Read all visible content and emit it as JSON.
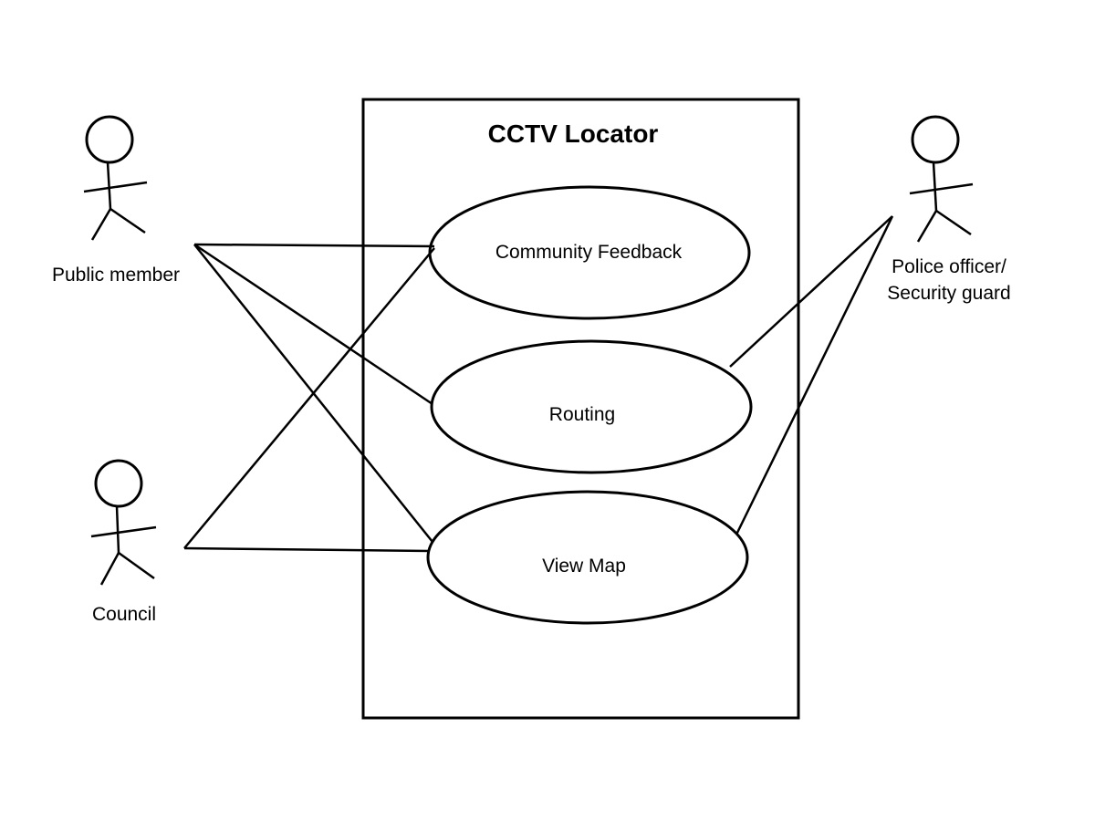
{
  "diagram": {
    "system_title": "CCTV Locator",
    "use_cases": [
      {
        "id": "community-feedback",
        "label": "Community Feedback"
      },
      {
        "id": "routing",
        "label": "Routing"
      },
      {
        "id": "view-map",
        "label": "View Map"
      }
    ],
    "actors": [
      {
        "id": "public-member",
        "label_lines": [
          "Public member"
        ]
      },
      {
        "id": "council",
        "label_lines": [
          "Council"
        ]
      },
      {
        "id": "police-security",
        "label_lines": [
          "Police officer/",
          "Security guard"
        ]
      }
    ],
    "associations": [
      {
        "actor": "public-member",
        "use_case": "community-feedback"
      },
      {
        "actor": "public-member",
        "use_case": "routing"
      },
      {
        "actor": "public-member",
        "use_case": "view-map"
      },
      {
        "actor": "council",
        "use_case": "community-feedback"
      },
      {
        "actor": "council",
        "use_case": "view-map"
      },
      {
        "actor": "police-security",
        "use_case": "routing"
      },
      {
        "actor": "police-security",
        "use_case": "view-map"
      }
    ],
    "colors": {
      "stroke": "#000000",
      "background": "#ffffff"
    }
  }
}
